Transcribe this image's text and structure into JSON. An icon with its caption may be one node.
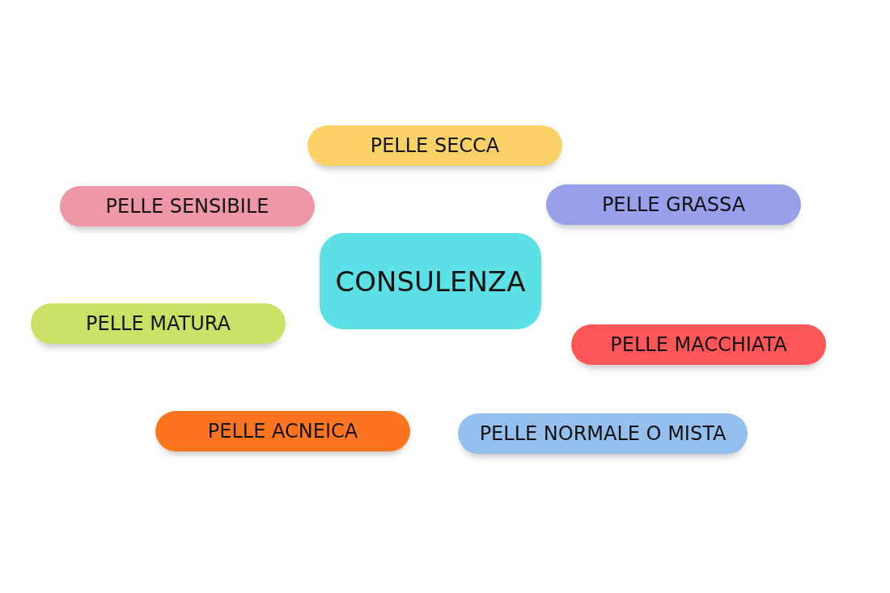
{
  "diagram": {
    "nodes": [
      {
        "text": [
          "PELLE SECCA"
        ]
      },
      {
        "text": [
          "PELLE SENSIBILE"
        ]
      },
      {
        "text": [
          "PELLE GRASSA"
        ]
      },
      {
        "text": [
          "CONSULENZA"
        ]
      },
      {
        "text": [
          "PELLE MATURA"
        ]
      },
      {
        "text": [
          "PELLE MACCHIATA"
        ]
      },
      {
        "text": [
          "PELLE ACNEICA"
        ]
      },
      {
        "text": [
          "PELLE NORMALE O MISTA"
        ]
      }
    ]
  }
}
